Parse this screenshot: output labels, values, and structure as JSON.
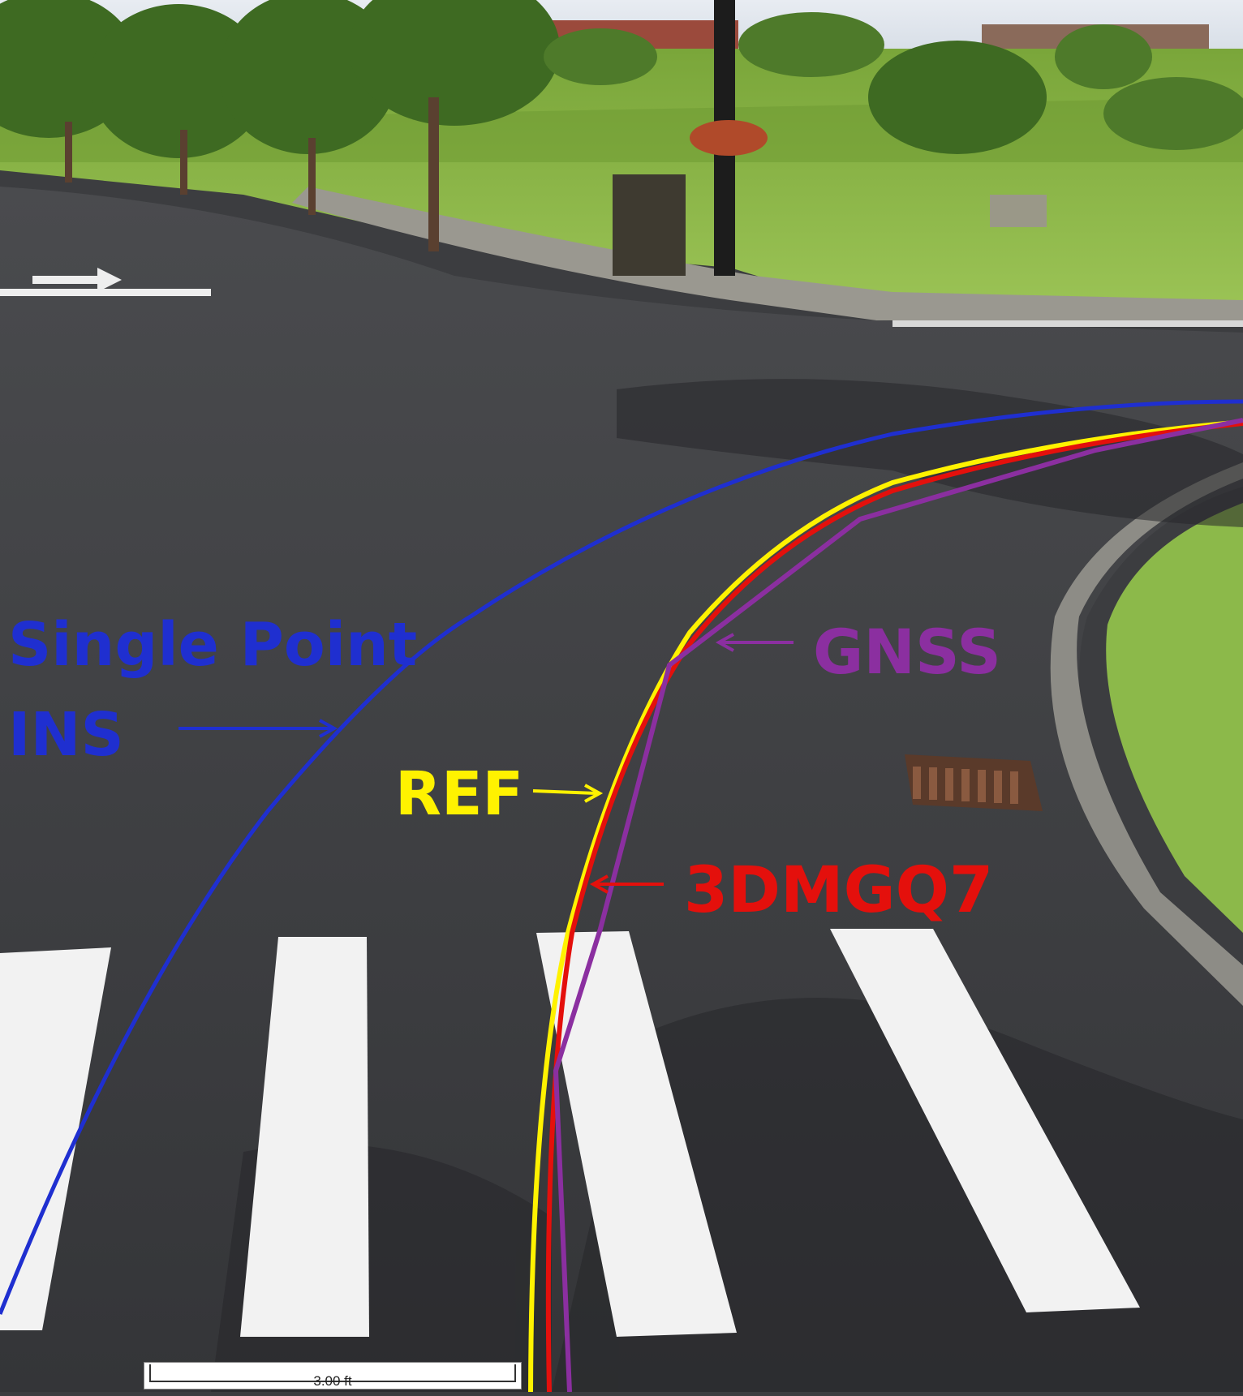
{
  "labels": {
    "single_point_ins_line1": "Single Point",
    "single_point_ins_line2": "INS",
    "gnss": "GNSS",
    "ref": "REF",
    "device": "3DMGQ7"
  },
  "scale_bar": {
    "text": "3.00 ft"
  },
  "colors": {
    "single_point_ins": "#1f2fd0",
    "gnss": "#8b2fa0",
    "ref": "#fff200",
    "device": "#e4100c",
    "asphalt": "#3c3d40",
    "grass": "#86b33e",
    "crosswalk": "#f2f2f2"
  }
}
